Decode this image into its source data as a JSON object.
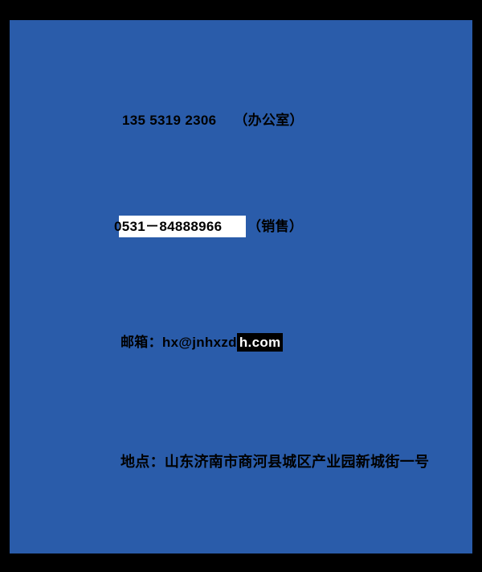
{
  "page": {
    "background_color": "#2a5caa",
    "frame_color": "#000000",
    "text_color": "#000000",
    "highlight_box_color": "#ffffff",
    "email_highlight_bg": "#000000",
    "email_highlight_text": "#ffffff"
  },
  "contact": {
    "office_phone": "135 5319 2306",
    "office_label": "（办公室）",
    "sales_phone": "0531－84888966",
    "sales_label": "（销售）",
    "email_prefix": "邮箱：hx@jnhxzd",
    "email_highlight": "h.com",
    "address": "地点：山东济南市商河县城区产业园新城街一号"
  }
}
